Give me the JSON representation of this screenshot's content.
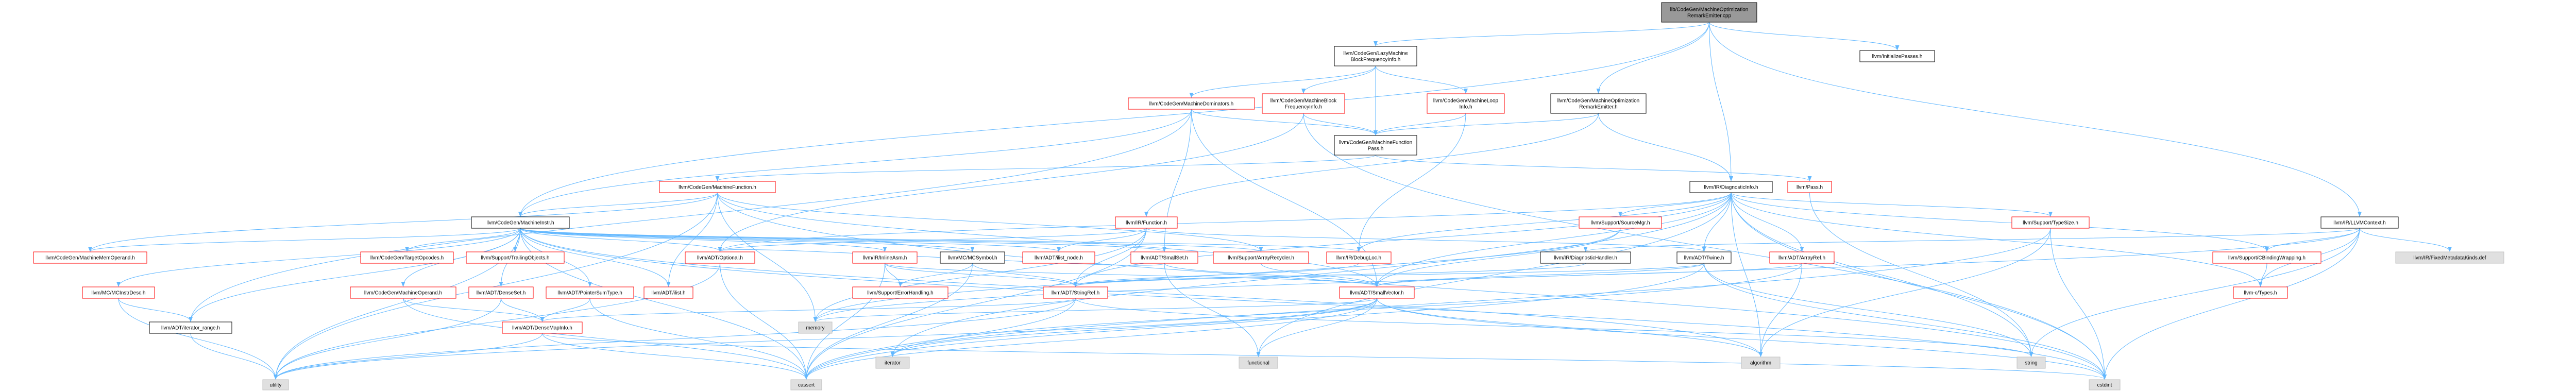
{
  "graph": {
    "colors": {
      "edge": "#63b8ff",
      "node_border_black": "#000000",
      "node_border_red": "#ff0000",
      "node_border_gray": "#bfbfbf",
      "node_fill": "#ffffff",
      "root_fill": "#999999",
      "gray_fill": "#e0e0e0",
      "text": "#000000"
    },
    "nodes": [
      {
        "id": "root",
        "lines": [
          "lib/CodeGen/MachineOptimization",
          "RemarkEmitter.cpp"
        ],
        "style": "root"
      },
      {
        "id": "lazymbfi",
        "lines": [
          "llvm/CodeGen/LazyMachine",
          "BlockFrequencyInfo.h"
        ],
        "style": "black"
      },
      {
        "id": "initpasses",
        "lines": [
          "llvm/InitializePasses.h"
        ],
        "style": "black"
      },
      {
        "id": "mdom",
        "lines": [
          "llvm/CodeGen/MachineDominators.h"
        ],
        "style": "red"
      },
      {
        "id": "mbfi",
        "lines": [
          "llvm/CodeGen/MachineBlock",
          "FrequencyInfo.h"
        ],
        "style": "red"
      },
      {
        "id": "mloop",
        "lines": [
          "llvm/CodeGen/MachineLoop",
          "Info.h"
        ],
        "style": "red"
      },
      {
        "id": "more",
        "lines": [
          "llvm/CodeGen/MachineOptimization",
          "RemarkEmitter.h"
        ],
        "style": "black"
      },
      {
        "id": "mfpass",
        "lines": [
          "llvm/CodeGen/MachineFunction",
          "Pass.h"
        ],
        "style": "black"
      },
      {
        "id": "mfunc",
        "lines": [
          "llvm/CodeGen/MachineFunction.h"
        ],
        "style": "red"
      },
      {
        "id": "diaginfo",
        "lines": [
          "llvm/IR/DiagnosticInfo.h"
        ],
        "style": "black"
      },
      {
        "id": "pass",
        "lines": [
          "llvm/Pass.h"
        ],
        "style": "red"
      },
      {
        "id": "minstr",
        "lines": [
          "llvm/CodeGen/MachineInstr.h"
        ],
        "style": "black"
      },
      {
        "id": "irfunc",
        "lines": [
          "llvm/IR/Function.h"
        ],
        "style": "red"
      },
      {
        "id": "srcmgr",
        "lines": [
          "llvm/Support/SourceMgr.h"
        ],
        "style": "red"
      },
      {
        "id": "typesize",
        "lines": [
          "llvm/Support/TypeSize.h"
        ],
        "style": "red"
      },
      {
        "id": "llvmctx",
        "lines": [
          "llvm/IR/LLVMContext.h"
        ],
        "style": "black"
      },
      {
        "id": "memoperand",
        "lines": [
          "llvm/CodeGen/MachineMemOperand.h"
        ],
        "style": "red"
      },
      {
        "id": "targetopc",
        "lines": [
          "llvm/CodeGen/TargetOpcodes.h"
        ],
        "style": "red"
      },
      {
        "id": "trailing",
        "lines": [
          "llvm/Support/TrailingObjects.h"
        ],
        "style": "red"
      },
      {
        "id": "optional",
        "lines": [
          "llvm/ADT/Optional.h"
        ],
        "style": "red"
      },
      {
        "id": "inlineasm",
        "lines": [
          "llvm/IR/InlineAsm.h"
        ],
        "style": "red"
      },
      {
        "id": "mcsymbol",
        "lines": [
          "llvm/MC/MCSymbol.h"
        ],
        "style": "black"
      },
      {
        "id": "ilistnode",
        "lines": [
          "llvm/ADT/ilist_node.h"
        ],
        "style": "red"
      },
      {
        "id": "smallset",
        "lines": [
          "llvm/ADT/SmallSet.h"
        ],
        "style": "red"
      },
      {
        "id": "arrayrecycler",
        "lines": [
          "llvm/Support/ArrayRecycler.h"
        ],
        "style": "red"
      },
      {
        "id": "debugloc",
        "lines": [
          "llvm/IR/DebugLoc.h"
        ],
        "style": "red"
      },
      {
        "id": "diaghandler",
        "lines": [
          "llvm/IR/DiagnosticHandler.h"
        ],
        "style": "black"
      },
      {
        "id": "twine",
        "lines": [
          "llvm/ADT/Twine.h"
        ],
        "style": "black"
      },
      {
        "id": "arrayref",
        "lines": [
          "llvm/ADT/ArrayRef.h"
        ],
        "style": "red"
      },
      {
        "id": "cbinding",
        "lines": [
          "llvm/Support/CBindingWrapping.h"
        ],
        "style": "red"
      },
      {
        "id": "fixedmd",
        "lines": [
          "llvm/IR/FixedMetadataKinds.def"
        ],
        "style": "gray"
      },
      {
        "id": "mcinstrdesc",
        "lines": [
          "llvm/MC/MCInstrDesc.h"
        ],
        "style": "red"
      },
      {
        "id": "moperand",
        "lines": [
          "llvm/CodeGen/MachineOperand.h"
        ],
        "style": "red"
      },
      {
        "id": "denseset",
        "lines": [
          "llvm/ADT/DenseSet.h"
        ],
        "style": "red"
      },
      {
        "id": "ptrsum",
        "lines": [
          "llvm/ADT/PointerSumType.h"
        ],
        "style": "red"
      },
      {
        "id": "ilist",
        "lines": [
          "llvm/ADT/ilist.h"
        ],
        "style": "red"
      },
      {
        "id": "errhandling",
        "lines": [
          "llvm/Support/ErrorHandling.h"
        ],
        "style": "red"
      },
      {
        "id": "stringref",
        "lines": [
          "llvm/ADT/StringRef.h"
        ],
        "style": "red"
      },
      {
        "id": "smallvector",
        "lines": [
          "llvm/ADT/SmallVector.h"
        ],
        "style": "red"
      },
      {
        "id": "ctypes",
        "lines": [
          "llvm-c/Types.h"
        ],
        "style": "red"
      },
      {
        "id": "iterrange",
        "lines": [
          "llvm/ADT/iterator_range.h"
        ],
        "style": "black"
      },
      {
        "id": "densemapinfo",
        "lines": [
          "llvm/ADT/DenseMapInfo.h"
        ],
        "style": "red"
      },
      {
        "id": "memory",
        "lines": [
          "memory"
        ],
        "style": "gray"
      },
      {
        "id": "iterator",
        "lines": [
          "iterator"
        ],
        "style": "gray"
      },
      {
        "id": "functional",
        "lines": [
          "functional"
        ],
        "style": "gray"
      },
      {
        "id": "algorithm",
        "lines": [
          "algorithm"
        ],
        "style": "gray"
      },
      {
        "id": "string",
        "lines": [
          "string"
        ],
        "style": "gray"
      },
      {
        "id": "utility",
        "lines": [
          "utility"
        ],
        "style": "gray"
      },
      {
        "id": "cassert",
        "lines": [
          "cassert"
        ],
        "style": "gray"
      },
      {
        "id": "cstdint",
        "lines": [
          "cstdint"
        ],
        "style": "gray"
      }
    ]
  }
}
